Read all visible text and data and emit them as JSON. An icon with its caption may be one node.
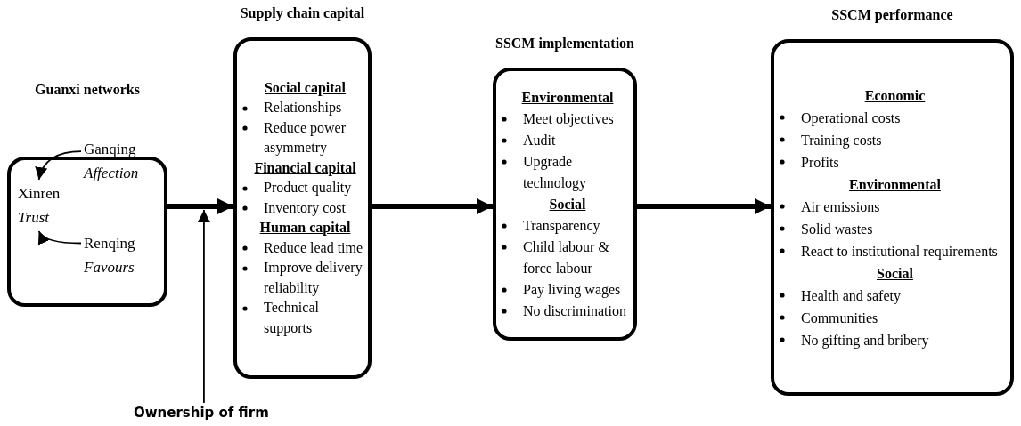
{
  "diagram": {
    "nodes": [
      {
        "text": [
          "Guanxi networks"
        ]
      },
      {
        "text": [
          "Ganqing",
          "Affection"
        ],
        "in": 0
      },
      {
        "text": [
          "Xinren",
          "Trust"
        ],
        "in": 0
      },
      {
        "text": [
          "Renqing",
          "Favours"
        ],
        "in": 0
      },
      {
        "text": [
          "Supply chain capital",
          "Social capital",
          "Relationships",
          "Reduce power asymmetry",
          "Financial capital",
          "Product quality",
          "Inventory cost",
          "Human capital",
          "Reduce lead time",
          "Improve delivery reliability",
          "Technical supports"
        ]
      },
      {
        "text": [
          "SSCM implementation",
          "Environmental",
          "Meet objectives",
          "Audit",
          "Upgrade technology",
          "Social",
          "Transparency",
          "Child labour & force labour",
          "Pay living wages",
          "No discrimination"
        ]
      },
      {
        "text": [
          "SSCM performance",
          "Economic",
          "Operational costs",
          "Training costs",
          "Profits",
          "Environmental",
          "Air emissions",
          "Solid wastes",
          "React to institutional requirements",
          "Social",
          "Health and safety",
          "Communities",
          "No gifting and bribery"
        ]
      },
      {
        "text": [
          "Ownership of firm"
        ]
      }
    ],
    "edges": [
      {
        "from": 1,
        "to": 2,
        "arrow": "to"
      },
      {
        "from": 3,
        "to": 2,
        "arrow": "to"
      },
      {
        "from": 0,
        "to": 4,
        "arrow": "to",
        "style": "thick"
      },
      {
        "from": 4,
        "to": 5,
        "arrow": "to",
        "style": "thick"
      },
      {
        "from": 5,
        "to": 6,
        "arrow": "to",
        "style": "thick"
      },
      {
        "from": 7,
        "to": null,
        "arrow": "to"
      }
    ]
  }
}
